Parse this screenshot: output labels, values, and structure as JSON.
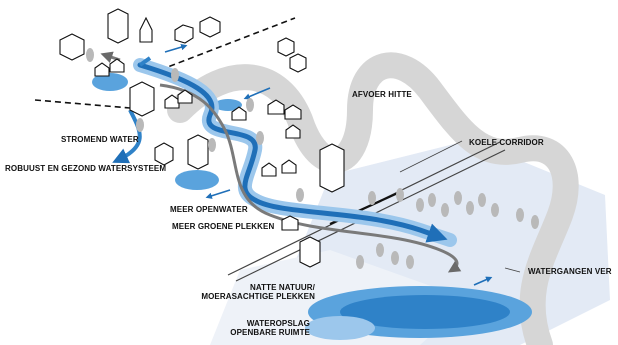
{
  "labels": {
    "afvoer_hitte": "AFVOER HITTE",
    "stromend_water": "STROMEND WATER",
    "koele_corridor": "KOELE CORRIDOR",
    "robuust": "ROBUUST EN GEZOND WATERSYSTEEM",
    "meer_openwater": "MEER OPENWATER",
    "meer_groene": "MEER GROENE PLEKKEN",
    "watergangen": "WATERGANGEN VER",
    "natte_line1": "NATTE NATUUR/",
    "natte_line2": "MOERASACHTIGE PLEKKEN",
    "wateropslag_line1": "WATEROPSLAG",
    "wateropslag_line2": "OPENBARE RUIMTE"
  },
  "colors": {
    "water_dark": "#1f6fb8",
    "water_light": "#5aa3dd",
    "water_pale": "#9cc7ec",
    "zone_pale": "#dfe7f3",
    "heat_band": "#d9d9d9",
    "arrow_gray": "#6a6a6a",
    "ink": "#111111"
  }
}
